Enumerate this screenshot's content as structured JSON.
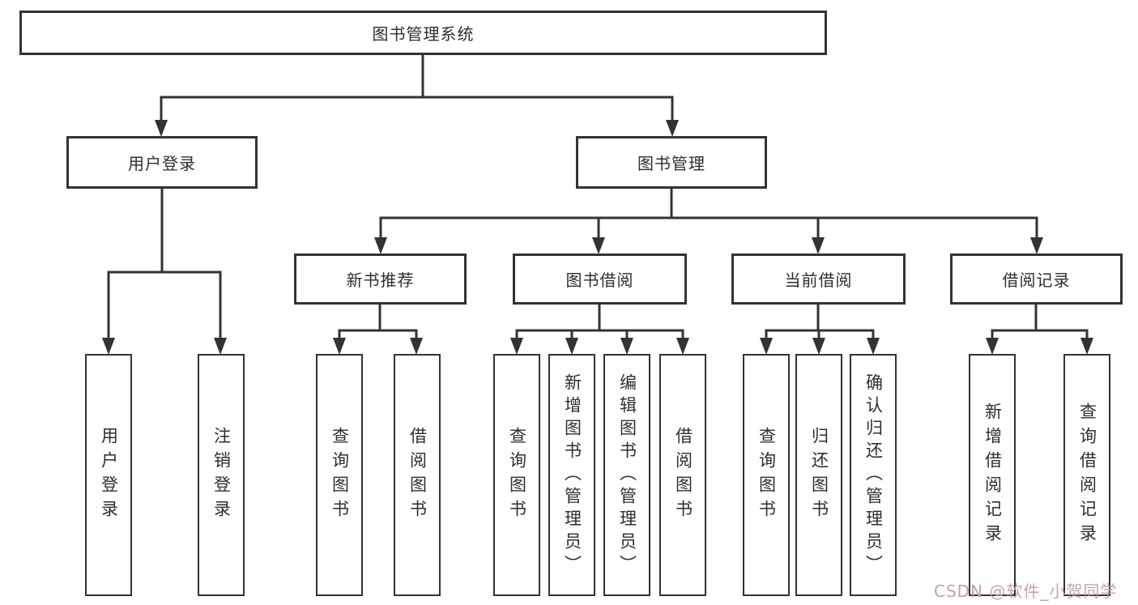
{
  "diagram": {
    "root": {
      "label": "图书管理系统"
    },
    "branches": [
      {
        "label": "用户登录",
        "children": [
          {
            "label": "用户登录"
          },
          {
            "label": "注销登录"
          }
        ]
      },
      {
        "label": "图书管理",
        "children": [
          {
            "label": "新书推荐",
            "children": [
              {
                "label": "查询图书"
              },
              {
                "label": "借阅图书"
              }
            ]
          },
          {
            "label": "图书借阅",
            "children": [
              {
                "label": "查询图书"
              },
              {
                "label": "新增图书（管理员）"
              },
              {
                "label": "编辑图书（管理员）"
              },
              {
                "label": "借阅图书"
              }
            ]
          },
          {
            "label": "当前借阅",
            "children": [
              {
                "label": "查询图书"
              },
              {
                "label": "归还图书"
              },
              {
                "label": "确认归还（管理员）"
              }
            ]
          },
          {
            "label": "借阅记录",
            "children": [
              {
                "label": "新增借阅记录"
              },
              {
                "label": "查询借阅记录"
              }
            ]
          }
        ]
      }
    ]
  },
  "watermark": {
    "text": "CSDN @软件_小贺同学"
  },
  "colors": {
    "line": "#333333",
    "box_border": "#333333",
    "box_fill": "#ffffff",
    "text": "#2e2e2e",
    "background": "#ffffff",
    "watermark": "#c49aa6"
  }
}
